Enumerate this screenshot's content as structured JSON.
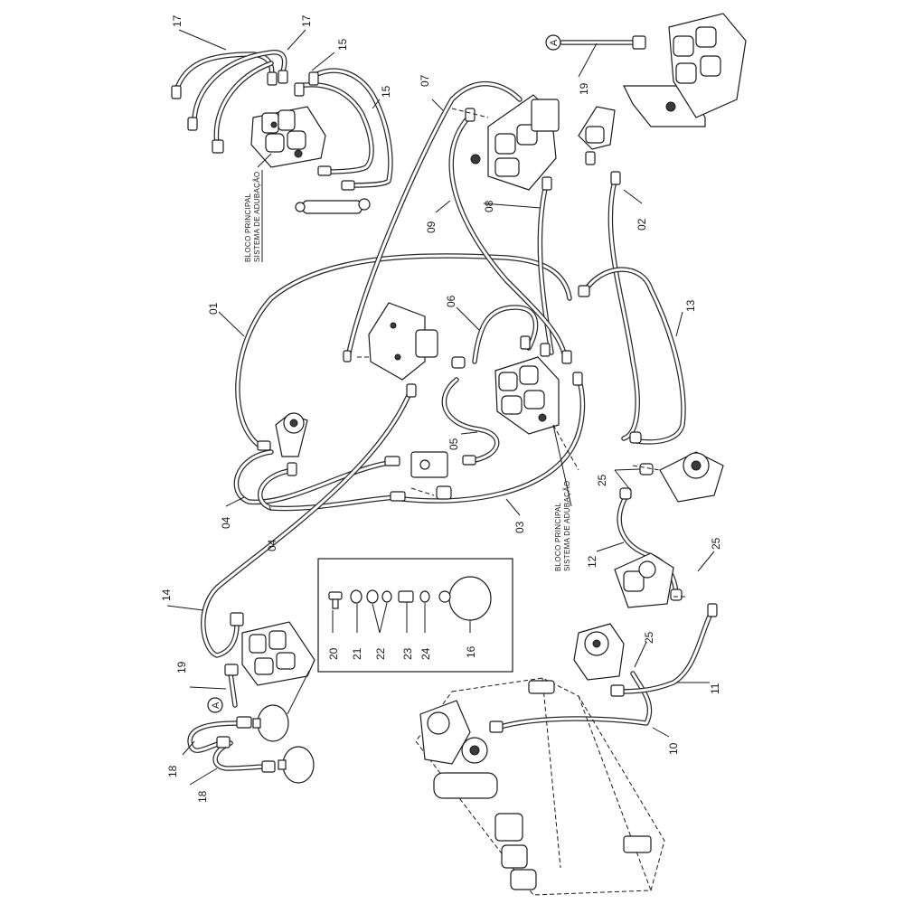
{
  "labels": {
    "p01": "01",
    "p02": "02",
    "p03": "03",
    "p04a": "04",
    "p04b": "04",
    "p05": "05",
    "p06": "06",
    "p07": "07",
    "p08": "08",
    "p09": "09",
    "p10": "10",
    "p11": "11",
    "p12": "12",
    "p13": "13",
    "p14": "14",
    "p15a": "15",
    "p15b": "15",
    "p16": "16",
    "p17a": "17",
    "p17b": "17",
    "p18a": "18",
    "p18b": "18",
    "p19a": "19",
    "p19b": "19",
    "p20": "20",
    "p21": "21",
    "p22": "22",
    "p23": "23",
    "p24": "24",
    "p25a": "25",
    "p25b": "25",
    "p25c": "25"
  },
  "refs": {
    "refA1": "A",
    "refA2": "A"
  },
  "notes": {
    "top_line1": "BLOCO PRINCIPAL",
    "top_line2": "SISTEMA DE ADUBAÇÃO",
    "mid_line1": "BLOCO PRINCIPAL",
    "mid_line2": "SISTEMA DE ADUBAÇÃO"
  }
}
